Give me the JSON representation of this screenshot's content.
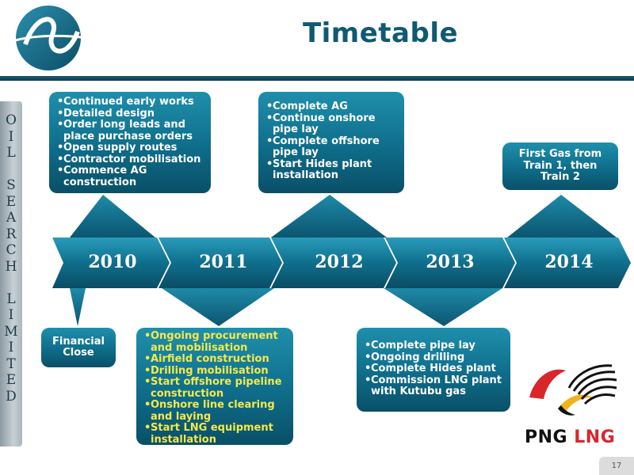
{
  "title": "Timetable",
  "sidebar_text": "O\nI\nL\n\nS\nE\nA\nR\nC\nH\n\nL\nI\nM\nI\nT\nE\nD",
  "timeline": {
    "years": [
      "2010",
      "2011",
      "2012",
      "2013",
      "2014"
    ]
  },
  "milestones": {
    "y2010_top": [
      "Continued early works",
      "Detailed design",
      "Order long leads and place purchase orders",
      "Open supply routes",
      "Contractor mobilisation",
      "Commence AG construction"
    ],
    "y2010_bottom": "Financial Close",
    "y2011_bottom": [
      "Ongoing procurement and mobilisation",
      "Airfield construction",
      "Drilling mobilisation",
      "Start offshore pipeline construction",
      "Onshore line clearing and laying",
      "Start LNG equipment installation"
    ],
    "y2012_top": [
      "Complete AG",
      "Continue onshore pipe lay",
      "Complete offshore pipe lay",
      "Start Hides plant installation"
    ],
    "y2013_bottom": [
      "Complete pipe lay",
      "Ongoing drilling",
      "Complete Hides plant",
      "Commission LNG plant with Kutubu gas"
    ],
    "y2014_top": "First Gas from Train 1, then Train 2"
  },
  "logo": {
    "png": "PNG",
    "lng": "LNG"
  },
  "page_number": "17",
  "colors": {
    "primary": "#0e6d8a",
    "title": "#0f5a73",
    "highlight_text": "#f5e94a",
    "lng_red": "#d8262b"
  }
}
